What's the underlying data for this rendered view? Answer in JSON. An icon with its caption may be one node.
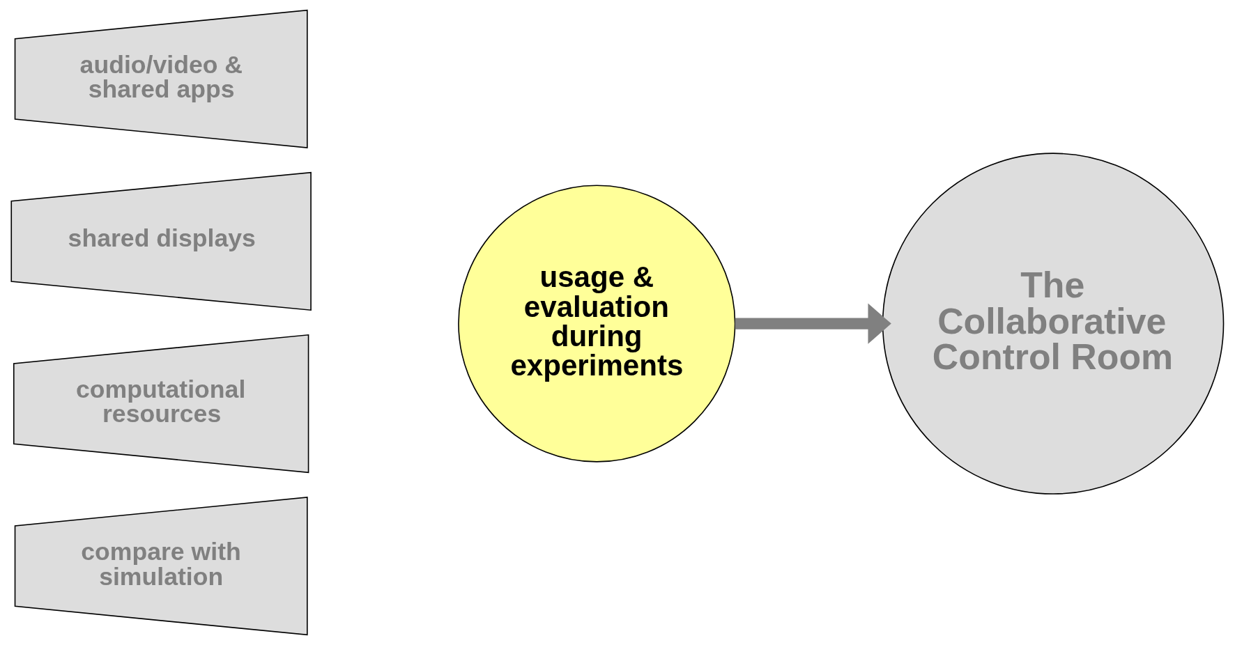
{
  "diagram": {
    "nodes": [
      {
        "text": [
          "audio/video & shared apps"
        ]
      },
      {
        "text": [
          "shared displays"
        ]
      },
      {
        "text": [
          "computational resources"
        ]
      },
      {
        "text": [
          "compare with simulation"
        ]
      },
      {
        "text": [
          "usage & evaluation during experiments"
        ]
      },
      {
        "text": [
          "The Collaborative Control Room"
        ]
      }
    ],
    "edges": [
      {
        "from": 4,
        "to": 5,
        "arrow": "to",
        "color": "#808080"
      }
    ]
  }
}
